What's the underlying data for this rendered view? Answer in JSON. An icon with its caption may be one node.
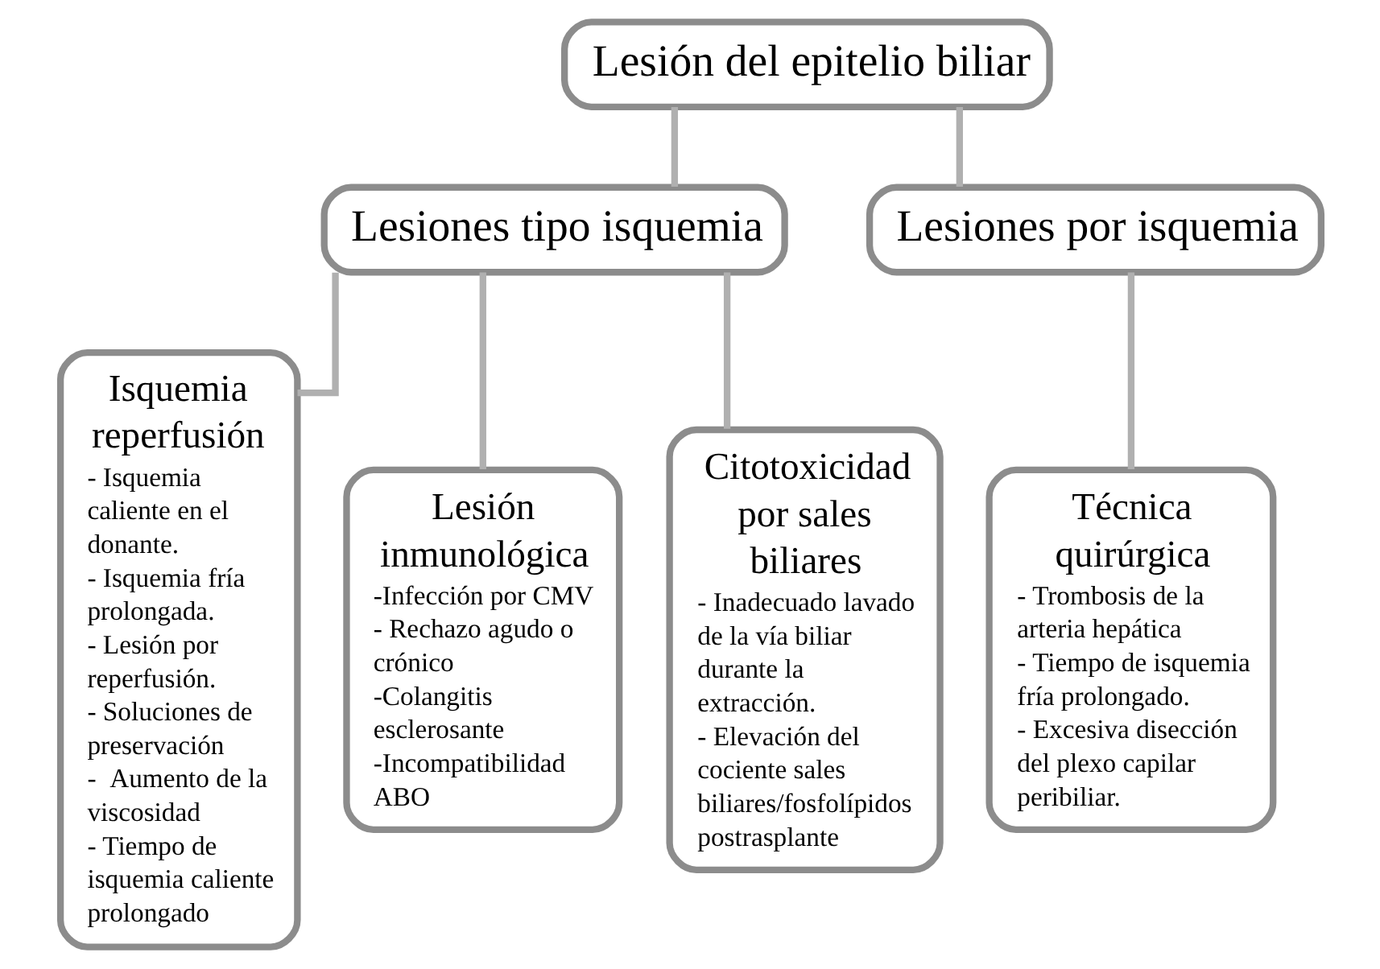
{
  "diagram": {
    "nodes": [
      {
        "text": [
          "Lesión del epitelio biliar"
        ]
      },
      {
        "text": [
          "Lesiones tipo isquemia"
        ]
      },
      {
        "text": [
          "Lesiones por isquemia"
        ]
      },
      {
        "text": [
          "Isquemia reperfusión",
          "- Isquemia caliente en el donante.",
          "- Isquemia fría prolongada.",
          "- Lesión por reperfusión.",
          "- Soluciones de preservación",
          "-  Aumento de la viscosidad",
          "- Tiempo de isquemia caliente prolongado"
        ]
      },
      {
        "text": [
          "Lesión inmunológica",
          "-Infección por CMV",
          "- Rechazo agudo o crónico",
          "-Colangitis esclerosante",
          "-Incompatibilidad ABO"
        ]
      },
      {
        "text": [
          "Citotoxicidad por sales biliares",
          "- Inadecuado lavado de la vía biliar durante la extracción.",
          "- Elevación del cociente sales biliares/fosfolípidos postrasplante"
        ]
      },
      {
        "text": [
          "Técnica quirúrgica",
          "- Trombosis de la arteria hepática",
          " - Tiempo de isquemia fría prolongado.",
          "- Excesiva disección del plexo capilar peribiliar."
        ]
      }
    ],
    "edges": [
      {
        "from": 0,
        "to": 1,
        "arrow": "none"
      },
      {
        "from": 0,
        "to": 2,
        "arrow": "none"
      },
      {
        "from": 1,
        "to": 3,
        "arrow": "none"
      },
      {
        "from": 1,
        "to": 4,
        "arrow": "none"
      },
      {
        "from": 1,
        "to": 5,
        "arrow": "none"
      },
      {
        "from": 2,
        "to": 6,
        "arrow": "none"
      }
    ]
  }
}
